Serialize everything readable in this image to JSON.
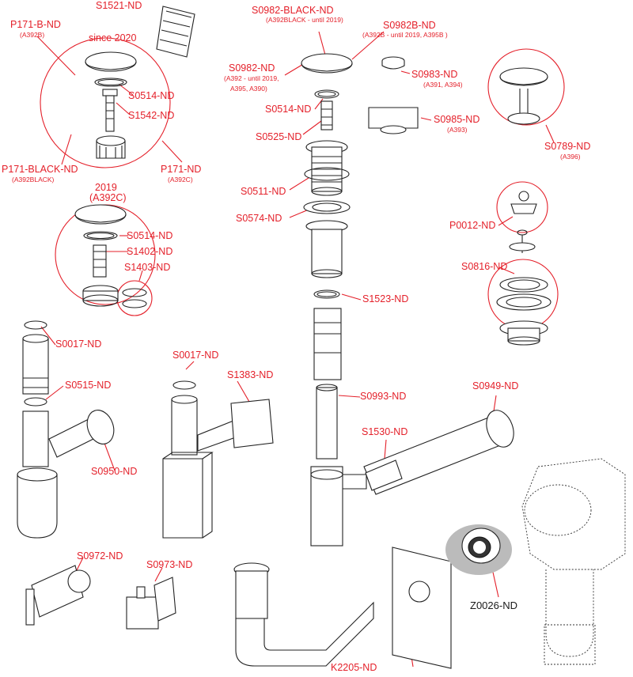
{
  "labels": {
    "s1521": "S1521-ND",
    "p171b": "P171-B-ND",
    "p171b_sub": "(A392B)",
    "since2020": "since 2020",
    "s0514_a": "S0514-ND",
    "s1542": "S1542-ND",
    "p171black": "P171-BLACK-ND",
    "p171black_sub": "(A392BLACK)",
    "p171": "P171-ND",
    "p171_sub": "(A392C)",
    "y2019": "2019",
    "y2019_sub": "(A392C)",
    "s0514_b": "S0514-ND",
    "s1402": "S1402-ND",
    "s1403": "S1403-ND",
    "s0982black": "S0982-BLACK-ND",
    "s0982black_sub": "(A392BLACK - until 2019)",
    "s0982b": "S0982B-ND",
    "s0982b_sub": "(A392B - until 2019, A395B )",
    "s0982": "S0982-ND",
    "s0982_sub1": "(A392 - until 2019,",
    "s0982_sub2": "A395, A390)",
    "s0983": "S0983-ND",
    "s0983_sub": "(A391, A394)",
    "s0514_c": "S0514-ND",
    "s0985": "S0985-ND",
    "s0985_sub": "(A393)",
    "s0525": "S0525-ND",
    "s0511": "S0511-ND",
    "s0574": "S0574-ND",
    "s0789": "S0789-ND",
    "s0789_sub": "(A396)",
    "p0012": "P0012-ND",
    "s0816": "S0816-ND",
    "s1523": "S1523-ND",
    "s0017_a": "S0017-ND",
    "s0515": "S0515-ND",
    "s0950": "S0950-ND",
    "s0017_b": "S0017-ND",
    "s1383": "S1383-ND",
    "s0993": "S0993-ND",
    "s0949": "S0949-ND",
    "s1530": "S1530-ND",
    "s0972": "S0972-ND",
    "s0973": "S0973-ND",
    "z0026": "Z0026-ND",
    "k2205": "K2205-ND"
  },
  "colors": {
    "accent": "#e4202a",
    "line": "#222222"
  }
}
